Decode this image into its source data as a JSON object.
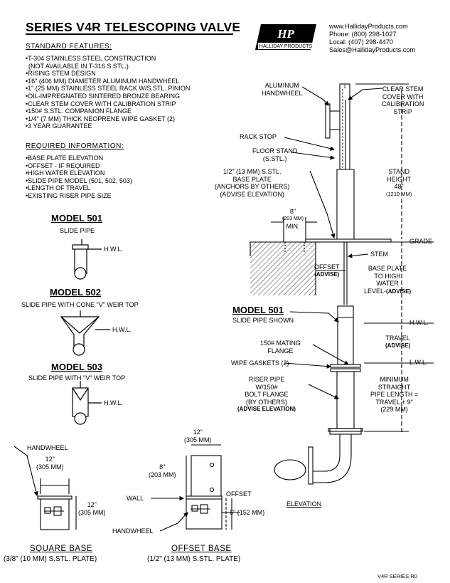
{
  "title": "SERIES V4R TELESCOPING VALVE",
  "logo": {
    "mark": "HP",
    "name": "HALLIDAY PRODUCTS"
  },
  "contact": {
    "web": "www.HallidayProducts.com",
    "phone": "Phone:  (800)  298-1027",
    "local": "Local:   (407)  298-4470",
    "email": "Sales@HallidayProducts.com"
  },
  "standard_features": {
    "heading": "STANDARD  FEATURES:",
    "items": [
      "•T-304 STAINLESS STEEL CONSTRUCTION",
      "  (NOT AVAILABLE IN T-316 S.STL.)",
      "•RISING STEM DESIGN",
      "•16\" (406 MM) DIAMETER ALUMINUM HANDWHEEL",
      "•1\" (25 MM) STAINLESS STEEL RACK W/S.STL. PINION",
      "•OIL-IMPREGNATED SINTERED BRONZE BEARING",
      "•CLEAR STEM COVER WITH CALIBRATION STRIP",
      "•150# S.STL. COMPANION FLANGE",
      "•1/4\" (7 MM) THICK NEOPRENE WIPE GASKET (2)",
      "•3 YEAR GUARANTEE"
    ]
  },
  "required_information": {
    "heading": "REQUIRED  INFORMATION:",
    "items": [
      "•BASE PLATE ELEVATION",
      "•OFFSET - IF REQUIRED",
      "•HIGH WATER ELEVATION",
      "•SLIDE PIPE MODEL (501, 502, 503)",
      "•LENGTH OF TRAVEL",
      "•EXISTING RISER PIPE SIZE"
    ]
  },
  "models": [
    {
      "heading": "MODEL 501",
      "sub": "SLIDE PIPE",
      "hwl": "H.W.L."
    },
    {
      "heading": "MODEL 502",
      "sub": "SLIDE PIPE WITH CONE \"V\" WEIR TOP",
      "hwl": "H.W.L."
    },
    {
      "heading": "MODEL 503",
      "sub": "SLIDE PIPE WITH \"V\" WEIR TOP",
      "hwl": "H.W.L."
    }
  ],
  "elevation": {
    "aluminum_handwheel": [
      "ALUMINUM",
      "HANDWHEEL"
    ],
    "clear_stem_cover": [
      "CLEAR STEM",
      "COVER WITH",
      "CALIBRATION",
      "STRIP"
    ],
    "rack_stop": "RACK STOP",
    "floor_stand": [
      "FLOOR STAND",
      "(S.STL.)"
    ],
    "base_plate": [
      "1/2\" (13 MM) S.STL.",
      "BASE PLATE",
      "(ANCHORS BY OTHERS)",
      "(ADVISE ELEVATION)"
    ],
    "stand_height": [
      "STAND",
      "HEIGHT",
      "48\"",
      "(1219 MM)"
    ],
    "min_8": [
      "8\"",
      "(203 MM)",
      "MIN."
    ],
    "grade": "GRADE",
    "stem": "STEM",
    "offset": [
      "OFFSET",
      "(ADVISE)"
    ],
    "base_to_hw": [
      "BASE PLATE",
      "TO HIGH",
      "WATER",
      "LEVEL-",
      "(ADVISE)"
    ],
    "model_501": "MODEL 501",
    "slide_pipe_shown": "SLIDE PIPE SHOWN",
    "hwl": "H.W.L.",
    "travel": [
      "TRAVEL",
      "(ADVISE)"
    ],
    "mating_flange": [
      "150# MATING",
      "FLANGE"
    ],
    "wipe_gaskets": "WIPE GASKETS (2)",
    "lwl": "L.W.L.",
    "riser_pipe": [
      "RISER PIPE",
      "W/150#",
      "BOLT FLANGE",
      "(BY OTHERS)",
      "(ADVISE ELEVATION)"
    ],
    "min_straight": [
      "MINIMUM",
      "STRAIGHT",
      "PIPE LENGTH =",
      "TRAVEL + 9\"",
      "(229 MM)"
    ],
    "caption": "ELEVATION",
    "dim_1": "1"
  },
  "square_base": {
    "handwheel": "HANDWHEEL",
    "width": [
      "12\"",
      "(305 MM)"
    ],
    "height": [
      "12\"",
      "(305 MM)"
    ],
    "caption": "SQUARE  BASE",
    "plate": "(3/8\" (10 MM) S.STL. PLATE)"
  },
  "offset_base": {
    "width": [
      "12\"",
      "(305 MM)"
    ],
    "depth": [
      "8\"",
      "(203 MM)"
    ],
    "wall": "WALL",
    "offset": "OFFSET",
    "offset_dim": "6\" (152 MM)",
    "handwheel": "HANDWHEEL",
    "caption": "OFFSET  BASE",
    "plate": "(1/2\" (13 MM) S.STL. PLATE)"
  },
  "footer_code": "V4R SERIES R0"
}
